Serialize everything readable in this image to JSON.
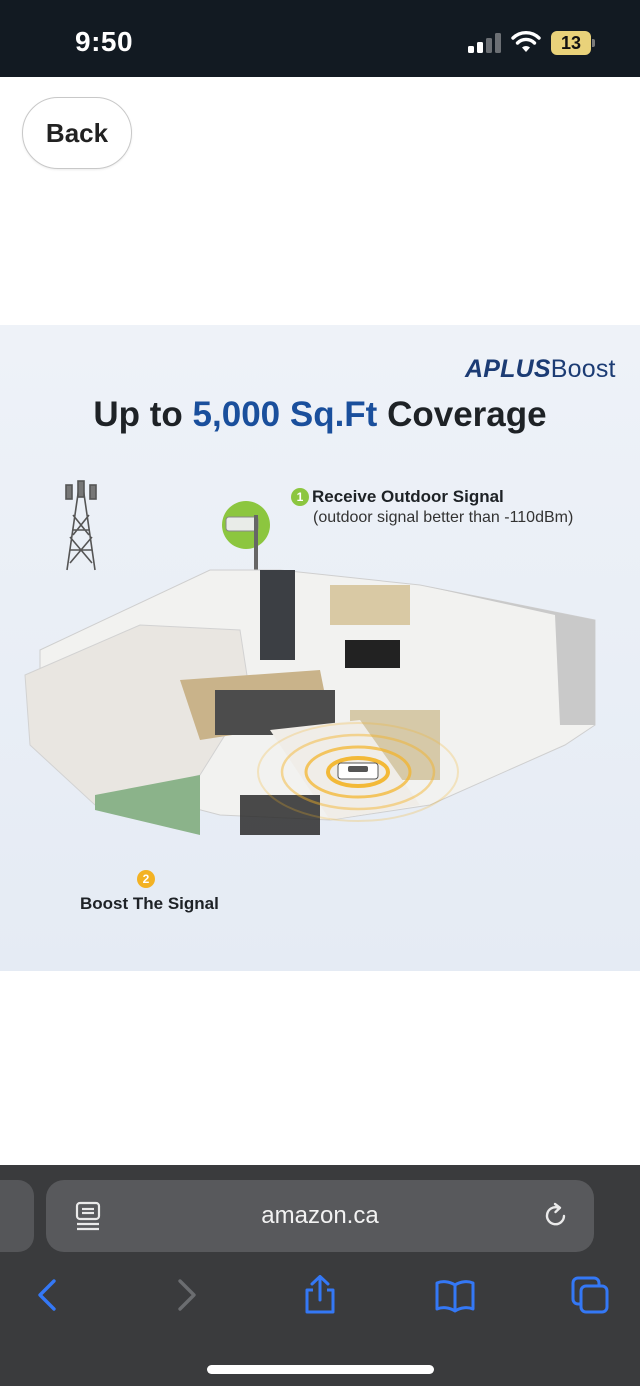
{
  "status_bar": {
    "time": "9:50",
    "battery_level": "13",
    "icons": [
      "signal-icon",
      "wifi-icon",
      "battery-icon"
    ]
  },
  "nav": {
    "back_label": "Back"
  },
  "product_image": {
    "brand_bold": "APLUS",
    "brand_regular": "Boost",
    "headline_prefix": "Up to",
    "headline_accent": "5,000 Sq.Ft",
    "headline_suffix": "Coverage",
    "callout_1": {
      "number": "1",
      "title": "Receive Outdoor Signal",
      "subtitle": "(outdoor signal better than -110dBm)"
    },
    "callout_2": {
      "number": "2",
      "title": "Boost The Signal"
    }
  },
  "browser": {
    "url": "amazon.ca",
    "toolbar_icons": [
      "back-icon",
      "forward-icon",
      "share-icon",
      "bookmarks-icon",
      "tabs-icon"
    ]
  },
  "colors": {
    "status_bar_bg": "#121a22",
    "headline_accent": "#1a4f9c",
    "browser_bg": "#3a3b3d",
    "ios_blue": "#3478f6",
    "callout_1": "#8cc63f",
    "callout_2": "#f3b223"
  }
}
